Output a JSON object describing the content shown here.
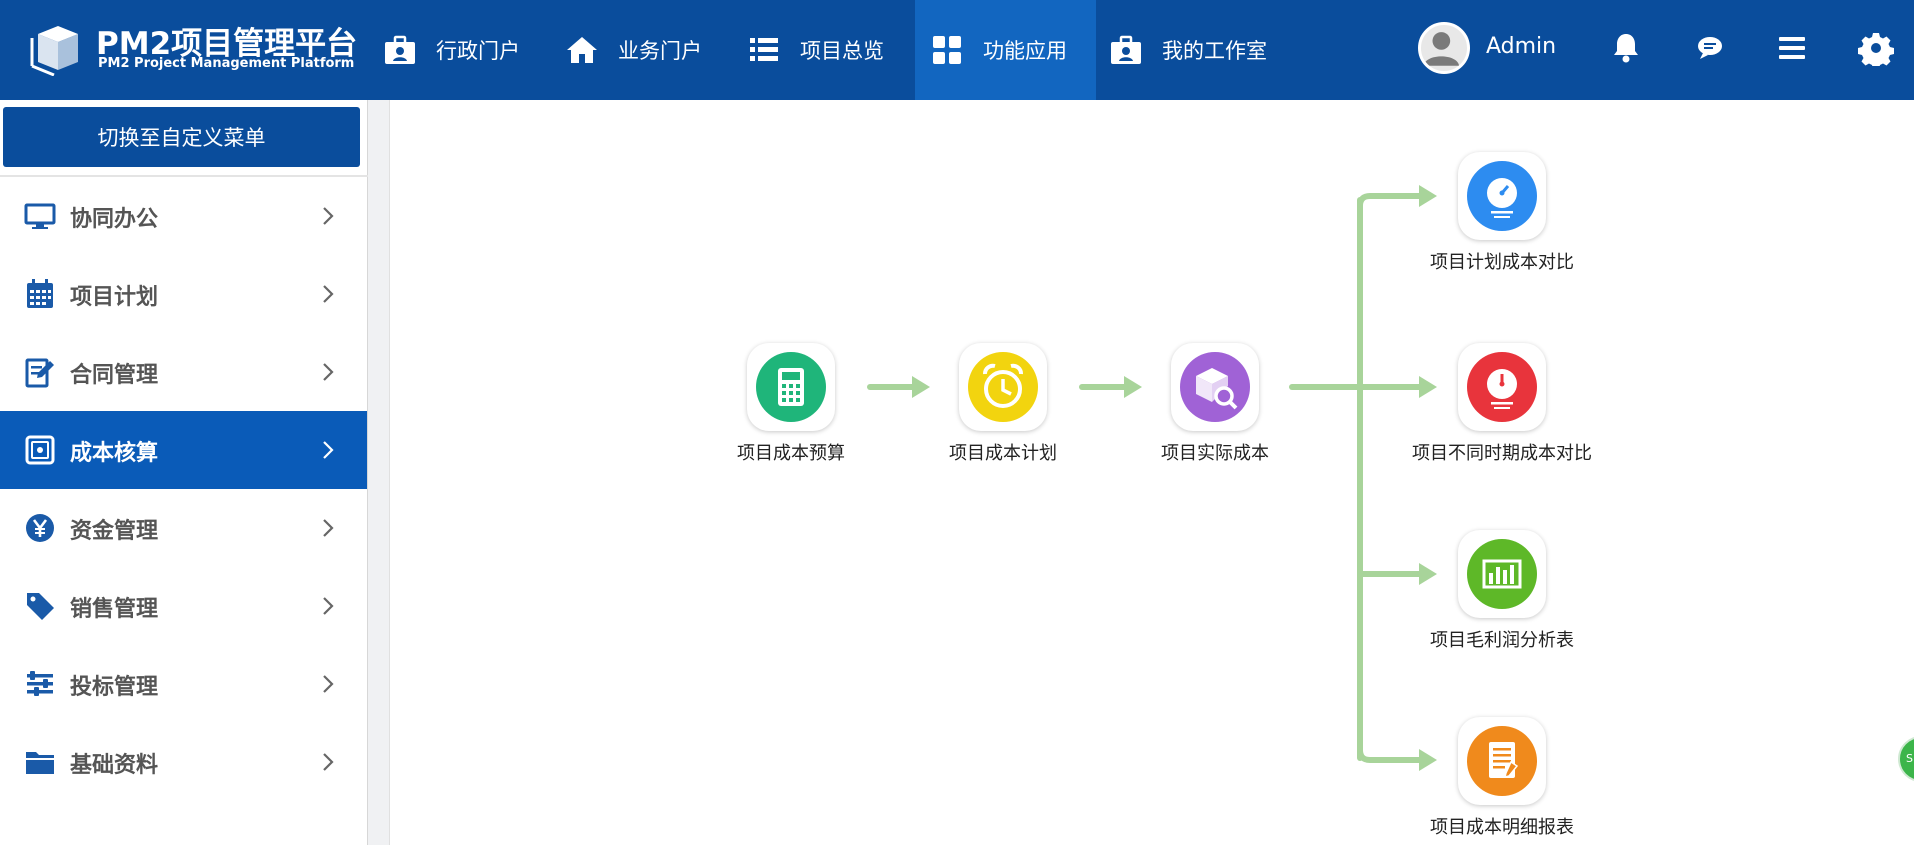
{
  "app": {
    "title": "PM2项目管理平台",
    "subtitle": "PM2 Project Management Platform"
  },
  "topnav": [
    {
      "label": "行政门户",
      "icon": "badge-briefcase-icon"
    },
    {
      "label": "业务门户",
      "icon": "home-icon"
    },
    {
      "label": "项目总览",
      "icon": "list-icon"
    },
    {
      "label": "功能应用",
      "icon": "grid-icon",
      "active": true
    },
    {
      "label": "我的工作室",
      "icon": "badge-briefcase-icon"
    }
  ],
  "user": {
    "name": "Admin"
  },
  "header_icons": [
    "bell-icon",
    "chat-icon",
    "menu-icon",
    "gear-icon"
  ],
  "sidebar": {
    "switch_label": "切换至自定义菜单",
    "items": [
      {
        "label": "协同办公",
        "icon": "monitor-icon"
      },
      {
        "label": "项目计划",
        "icon": "calendar-icon"
      },
      {
        "label": "合同管理",
        "icon": "edit-document-icon"
      },
      {
        "label": "成本核算",
        "icon": "safe-icon",
        "active": true
      },
      {
        "label": "资金管理",
        "icon": "yen-icon"
      },
      {
        "label": "销售管理",
        "icon": "tag-icon"
      },
      {
        "label": "投标管理",
        "icon": "sliders-icon"
      },
      {
        "label": "基础资料",
        "icon": "folder-icon"
      }
    ]
  },
  "flow": {
    "nodes": [
      {
        "label": "项目成本预算",
        "icon": "calculator-icon",
        "color": "#1fb57a"
      },
      {
        "label": "项目成本计划",
        "icon": "alarm-clock-icon",
        "color": "#f2d40f"
      },
      {
        "label": "项目实际成本",
        "icon": "box-search-icon",
        "color": "#a062d6"
      },
      {
        "label": "项目计划成本对比",
        "icon": "gauge-icon",
        "color": "#2d8cf0"
      },
      {
        "label": "项目不同时期成本对比",
        "icon": "gauge-icon",
        "color": "#e8343c"
      },
      {
        "label": "项目毛利润分析表",
        "icon": "bar-chart-icon",
        "color": "#5eb828"
      },
      {
        "label": "项目成本明细报表",
        "icon": "report-icon",
        "color": "#f08a1c"
      }
    ],
    "arrow_color": "#a8d49a"
  },
  "corner_badge": "SI"
}
